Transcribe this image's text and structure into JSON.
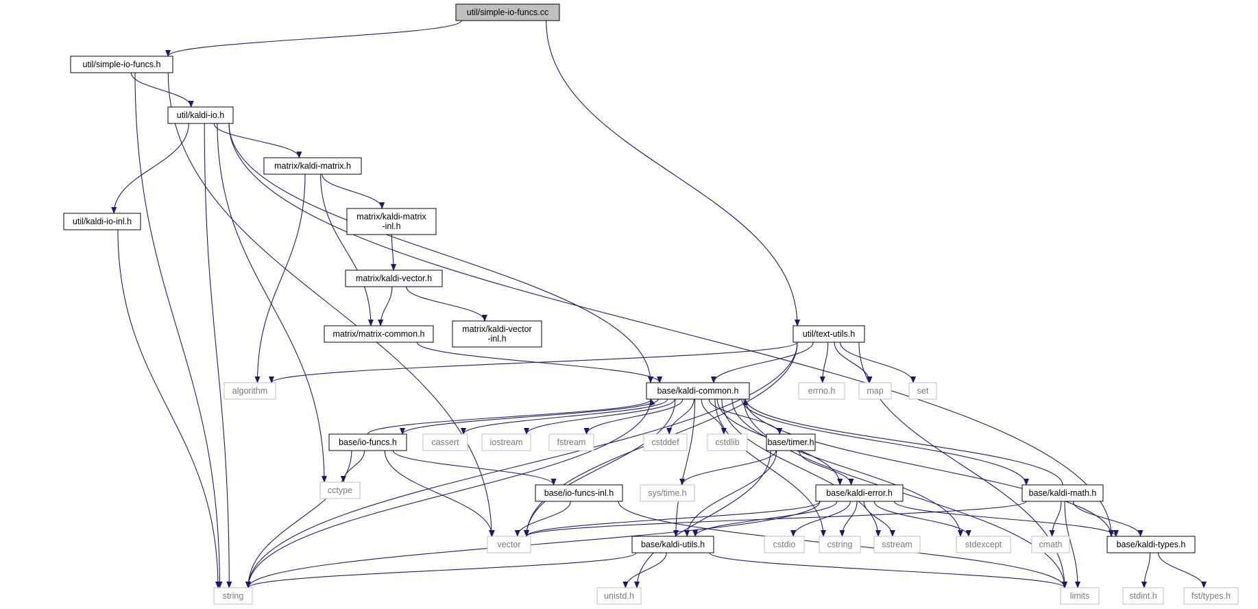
{
  "graph": {
    "nodes": {
      "root": {
        "lines": [
          "util/simple-io-funcs.cc"
        ],
        "kind": "root"
      },
      "simple_h": {
        "lines": [
          "util/simple-io-funcs.h"
        ],
        "kind": "local"
      },
      "kaldi_io": {
        "lines": [
          "util/kaldi-io.h"
        ],
        "kind": "local"
      },
      "kaldi_matrix": {
        "lines": [
          "matrix/kaldi-matrix.h"
        ],
        "kind": "local"
      },
      "kaldi_io_inl": {
        "lines": [
          "util/kaldi-io-inl.h"
        ],
        "kind": "local"
      },
      "kaldi_matrix_inl": {
        "lines": [
          "matrix/kaldi-matrix",
          "-inl.h"
        ],
        "kind": "local"
      },
      "kaldi_vector": {
        "lines": [
          "matrix/kaldi-vector.h"
        ],
        "kind": "local"
      },
      "matrix_common": {
        "lines": [
          "matrix/matrix-common.h"
        ],
        "kind": "local"
      },
      "kaldi_vector_inl": {
        "lines": [
          "matrix/kaldi-vector",
          "-inl.h"
        ],
        "kind": "local"
      },
      "text_utils": {
        "lines": [
          "util/text-utils.h"
        ],
        "kind": "local"
      },
      "algorithm": {
        "lines": [
          "algorithm"
        ],
        "kind": "external"
      },
      "kaldi_common": {
        "lines": [
          "base/kaldi-common.h"
        ],
        "kind": "local"
      },
      "errno": {
        "lines": [
          "errno.h"
        ],
        "kind": "external"
      },
      "map": {
        "lines": [
          "map"
        ],
        "kind": "external"
      },
      "set": {
        "lines": [
          "set"
        ],
        "kind": "external"
      },
      "io_funcs": {
        "lines": [
          "base/io-funcs.h"
        ],
        "kind": "local"
      },
      "cassert": {
        "lines": [
          "cassert"
        ],
        "kind": "external"
      },
      "iostream": {
        "lines": [
          "iostream"
        ],
        "kind": "external"
      },
      "fstream": {
        "lines": [
          "fstream"
        ],
        "kind": "external"
      },
      "cstddef": {
        "lines": [
          "cstddef"
        ],
        "kind": "external"
      },
      "cstdlib": {
        "lines": [
          "cstdlib"
        ],
        "kind": "external"
      },
      "timer": {
        "lines": [
          "base/timer.h"
        ],
        "kind": "local"
      },
      "cctype": {
        "lines": [
          "cctype"
        ],
        "kind": "external"
      },
      "io_funcs_inl": {
        "lines": [
          "base/io-funcs-inl.h"
        ],
        "kind": "local"
      },
      "systime": {
        "lines": [
          "sys/time.h"
        ],
        "kind": "external"
      },
      "kaldi_error": {
        "lines": [
          "base/kaldi-error.h"
        ],
        "kind": "local"
      },
      "kaldi_math": {
        "lines": [
          "base/kaldi-math.h"
        ],
        "kind": "local"
      },
      "vector": {
        "lines": [
          "vector"
        ],
        "kind": "external"
      },
      "kaldi_utils": {
        "lines": [
          "base/kaldi-utils.h"
        ],
        "kind": "local"
      },
      "cstdio": {
        "lines": [
          "cstdio"
        ],
        "kind": "external"
      },
      "cstring": {
        "lines": [
          "cstring"
        ],
        "kind": "external"
      },
      "sstream": {
        "lines": [
          "sstream"
        ],
        "kind": "external"
      },
      "stdexcept": {
        "lines": [
          "stdexcept"
        ],
        "kind": "external"
      },
      "cmath": {
        "lines": [
          "cmath"
        ],
        "kind": "external"
      },
      "kaldi_types": {
        "lines": [
          "base/kaldi-types.h"
        ],
        "kind": "local"
      },
      "string": {
        "lines": [
          "string"
        ],
        "kind": "external"
      },
      "unistd": {
        "lines": [
          "unistd.h"
        ],
        "kind": "external"
      },
      "limits": {
        "lines": [
          "limits"
        ],
        "kind": "external"
      },
      "stdint": {
        "lines": [
          "stdint.h"
        ],
        "kind": "external"
      },
      "fsttypes": {
        "lines": [
          "fst/types.h"
        ],
        "kind": "external"
      }
    },
    "edges": [
      [
        "root",
        "simple_h"
      ],
      [
        "root",
        "text_utils"
      ],
      [
        "simple_h",
        "kaldi_io"
      ],
      [
        "simple_h",
        "string"
      ],
      [
        "simple_h",
        "vector"
      ],
      [
        "kaldi_io",
        "kaldi_matrix"
      ],
      [
        "kaldi_io",
        "kaldi_io_inl"
      ],
      [
        "kaldi_io",
        "kaldi_common"
      ],
      [
        "kaldi_io",
        "cctype"
      ],
      [
        "kaldi_io",
        "string"
      ],
      [
        "kaldi_io",
        "kaldi_types"
      ],
      [
        "kaldi_matrix",
        "kaldi_matrix_inl"
      ],
      [
        "kaldi_matrix",
        "matrix_common"
      ],
      [
        "kaldi_matrix",
        "algorithm"
      ],
      [
        "kaldi_io_inl",
        "string"
      ],
      [
        "kaldi_matrix_inl",
        "kaldi_vector"
      ],
      [
        "kaldi_vector",
        "matrix_common"
      ],
      [
        "kaldi_vector",
        "kaldi_vector_inl"
      ],
      [
        "matrix_common",
        "kaldi_common"
      ],
      [
        "text_utils",
        "kaldi_common"
      ],
      [
        "text_utils",
        "errno"
      ],
      [
        "text_utils",
        "map"
      ],
      [
        "text_utils",
        "set"
      ],
      [
        "text_utils",
        "algorithm"
      ],
      [
        "text_utils",
        "string"
      ],
      [
        "text_utils",
        "vector"
      ],
      [
        "text_utils",
        "limits"
      ],
      [
        "kaldi_common",
        "io_funcs"
      ],
      [
        "kaldi_common",
        "cassert"
      ],
      [
        "kaldi_common",
        "iostream"
      ],
      [
        "kaldi_common",
        "fstream"
      ],
      [
        "kaldi_common",
        "cstddef"
      ],
      [
        "kaldi_common",
        "cstdlib"
      ],
      [
        "kaldi_common",
        "timer"
      ],
      [
        "kaldi_common",
        "kaldi_error"
      ],
      [
        "kaldi_common",
        "kaldi_math"
      ],
      [
        "kaldi_common",
        "vector"
      ],
      [
        "kaldi_common",
        "string"
      ],
      [
        "kaldi_common",
        "kaldi_utils"
      ],
      [
        "kaldi_common",
        "cstring"
      ],
      [
        "kaldi_common",
        "sstream"
      ],
      [
        "kaldi_common",
        "stdexcept"
      ],
      [
        "kaldi_common",
        "kaldi_types"
      ],
      [
        "kaldi_common",
        "limits"
      ],
      [
        "io_funcs",
        "kaldi_common"
      ],
      [
        "io_funcs",
        "io_funcs_inl"
      ],
      [
        "io_funcs",
        "cctype"
      ],
      [
        "io_funcs",
        "vector"
      ],
      [
        "io_funcs",
        "string"
      ],
      [
        "io_funcs_inl",
        "vector"
      ],
      [
        "io_funcs_inl",
        "limits"
      ],
      [
        "timer",
        "systime"
      ],
      [
        "timer",
        "kaldi_error"
      ],
      [
        "timer",
        "kaldi_utils"
      ],
      [
        "timer",
        "unistd"
      ],
      [
        "kaldi_error",
        "vector"
      ],
      [
        "kaldi_error",
        "kaldi_utils"
      ],
      [
        "kaldi_error",
        "cstdio"
      ],
      [
        "kaldi_error",
        "cstring"
      ],
      [
        "kaldi_error",
        "sstream"
      ],
      [
        "kaldi_error",
        "stdexcept"
      ],
      [
        "kaldi_error",
        "kaldi_types"
      ],
      [
        "kaldi_error",
        "string"
      ],
      [
        "kaldi_math",
        "kaldi_common"
      ],
      [
        "kaldi_math",
        "kaldi_types"
      ],
      [
        "kaldi_math",
        "cmath"
      ],
      [
        "kaldi_math",
        "limits"
      ],
      [
        "kaldi_math",
        "vector"
      ],
      [
        "kaldi_utils",
        "string"
      ],
      [
        "kaldi_utils",
        "unistd"
      ],
      [
        "kaldi_utils",
        "limits"
      ],
      [
        "kaldi_types",
        "stdint"
      ],
      [
        "kaldi_types",
        "fsttypes"
      ]
    ]
  }
}
